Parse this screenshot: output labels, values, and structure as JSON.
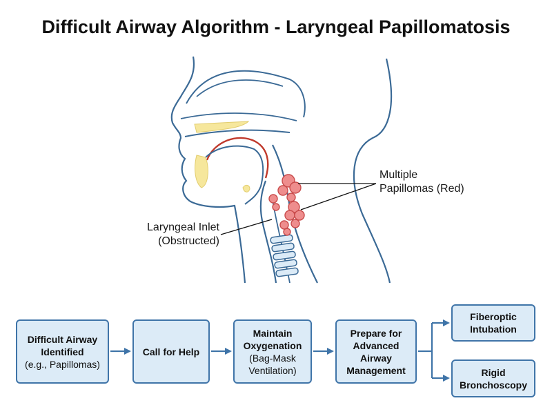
{
  "title": "Difficult Airway Algorithm - Laryngeal Papillomatosis",
  "labels": {
    "papillomas": [
      "Multiple",
      "Papillomas (Red)"
    ],
    "inlet": [
      "Laryngeal Inlet",
      "(Obstructed)"
    ]
  },
  "flow": {
    "step1": {
      "bold": [
        "Difficult Airway",
        "Identified"
      ],
      "normal": [
        "(e.g., Papillomas)"
      ]
    },
    "step2": {
      "bold": [
        "Call for Help"
      ],
      "normal": []
    },
    "step3": {
      "bold": [
        "Maintain",
        "Oxygenation"
      ],
      "normal": [
        "(Bag-Mask",
        "Ventilation)"
      ]
    },
    "step4": {
      "bold": [
        "Prepare for",
        "Advanced",
        "Airway",
        "Management"
      ],
      "normal": []
    },
    "option1": {
      "bold": [
        "Fiberoptic",
        "Intubation"
      ],
      "normal": []
    },
    "option2": {
      "bold": [
        "Rigid",
        "Bronchoscopy"
      ],
      "normal": []
    }
  },
  "colors": {
    "outline": "#3b6a96",
    "box_fill": "#dcebf7",
    "box_border": "#3f74a8",
    "papilloma": "#ee8d8d",
    "papilloma_edge": "#c94b4b",
    "mucosa": "#c0392b",
    "fat": "#f6e79c"
  }
}
